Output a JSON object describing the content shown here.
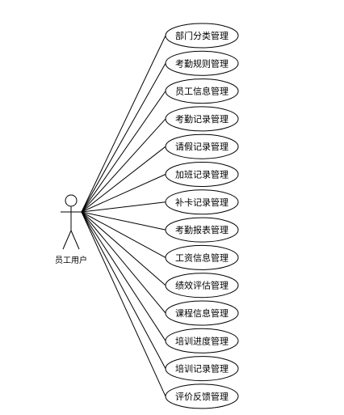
{
  "actor": {
    "label": "员工用户"
  },
  "use_cases": [
    {
      "label": "部门分类管理"
    },
    {
      "label": "考勤规则管理"
    },
    {
      "label": "员工信息管理"
    },
    {
      "label": "考勤记录管理"
    },
    {
      "label": "请假记录管理"
    },
    {
      "label": "加班记录管理"
    },
    {
      "label": "补卡记录管理"
    },
    {
      "label": "考勤报表管理"
    },
    {
      "label": "工资信息管理"
    },
    {
      "label": "绩效评估管理"
    },
    {
      "label": "课程信息管理"
    },
    {
      "label": "培训进度管理"
    },
    {
      "label": "培训记录管理"
    },
    {
      "label": "评价反馈管理"
    }
  ]
}
